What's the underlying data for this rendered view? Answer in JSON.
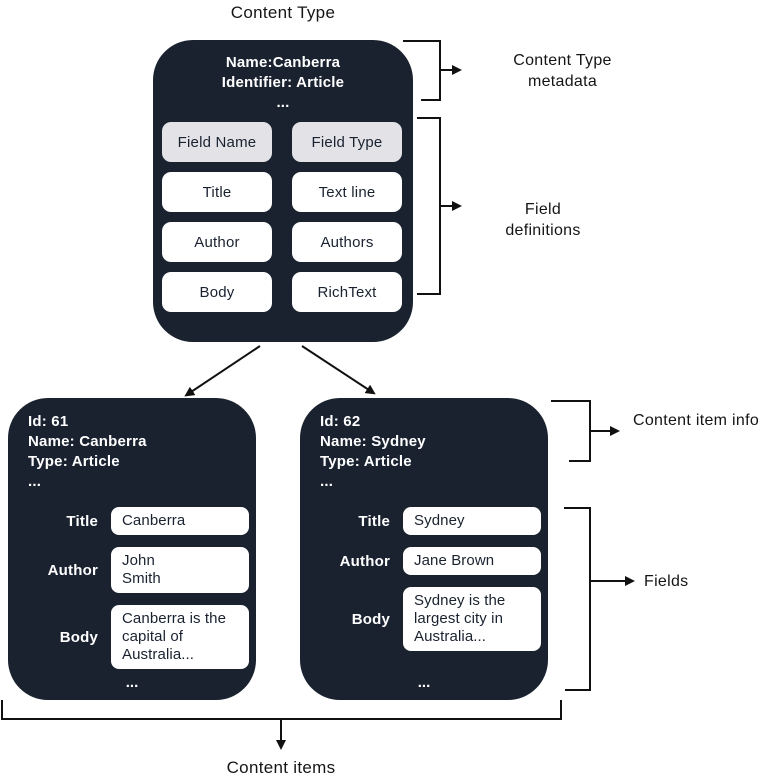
{
  "colors": {
    "box_background": "#1a2230",
    "header_cell_background": "#e2e2e7",
    "value_cell_background": "#ffffff",
    "line_color": "#111111",
    "light_text": "#ffffff",
    "dark_text": "#1a2230"
  },
  "labels": {
    "diagram_title": "Content Type",
    "content_type_metadata": "Content Type metadata",
    "field_definitions": "Field definitions",
    "content_item_info": "Content item info",
    "fields": "Fields",
    "content_items": "Content items"
  },
  "content_type_box": {
    "name_line": "Name:Canberra",
    "identifier_line": "Identifier: Article",
    "ellipsis": "...",
    "table_ellipsis": "...",
    "field_table": {
      "headers": [
        "Field Name",
        "Field Type"
      ],
      "rows": [
        [
          "Title",
          "Text line"
        ],
        [
          "Author",
          "Authors"
        ],
        [
          "Body",
          "RichText"
        ]
      ]
    }
  },
  "content_items": [
    {
      "id_line": "Id: 61",
      "name_line": "Name: Canberra",
      "type_line": "Type: Article",
      "header_ellipsis": "...",
      "footer_ellipsis": "...",
      "fields": [
        {
          "label": "Title",
          "value": "Canberra"
        },
        {
          "label": "Author",
          "value": "John\nSmith"
        },
        {
          "label": "Body",
          "value": "Canberra is the\ncapital of\nAustralia..."
        }
      ]
    },
    {
      "id_line": "Id: 62",
      "name_line": "Name: Sydney",
      "type_line": "Type: Article",
      "header_ellipsis": "...",
      "footer_ellipsis": "...",
      "fields": [
        {
          "label": "Title",
          "value": "Sydney"
        },
        {
          "label": "Author",
          "value": "Jane Brown"
        },
        {
          "label": "Body",
          "value": "Sydney is the\nlargest city in\nAustralia..."
        }
      ]
    }
  ]
}
